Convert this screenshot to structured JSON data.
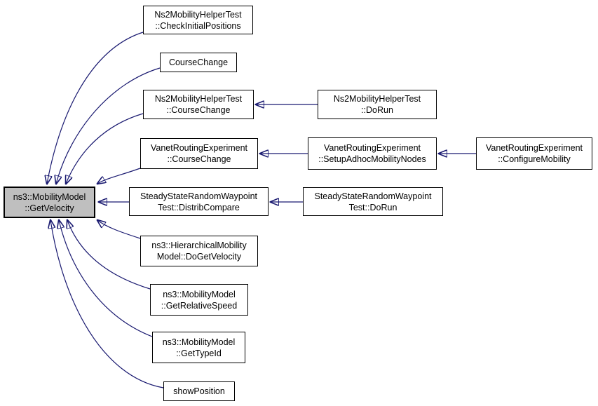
{
  "diagram": {
    "type": "call-graph",
    "root_function": "ns3::MobilityModel::GetVelocity",
    "arrow_direction": "caller-to-callee"
  },
  "colors": {
    "edge": "#191970",
    "root_fill": "#bfbfbf",
    "node_fill": "#ffffff",
    "node_border": "#000000",
    "background": "#ffffff",
    "text": "#000000"
  },
  "nodes": [
    {
      "id": "get-velocity",
      "lines": [
        "ns3::MobilityModel",
        "::GetVelocity"
      ],
      "role": "root"
    },
    {
      "id": "check-initial-positions",
      "lines": [
        "Ns2MobilityHelperTest",
        "::CheckInitialPositions"
      ]
    },
    {
      "id": "course-change",
      "lines": [
        "CourseChange"
      ]
    },
    {
      "id": "ns2-course-change",
      "lines": [
        "Ns2MobilityHelperTest",
        "::CourseChange"
      ]
    },
    {
      "id": "vanet-course-change",
      "lines": [
        "VanetRoutingExperiment",
        "::CourseChange"
      ]
    },
    {
      "id": "distrib-compare",
      "lines": [
        "SteadyStateRandomWaypoint",
        "Test::DistribCompare"
      ]
    },
    {
      "id": "do-get-velocity",
      "lines": [
        "ns3::HierarchicalMobility",
        "Model::DoGetVelocity"
      ]
    },
    {
      "id": "get-relative-speed",
      "lines": [
        "ns3::MobilityModel",
        "::GetRelativeSpeed"
      ]
    },
    {
      "id": "get-type-id",
      "lines": [
        "ns3::MobilityModel",
        "::GetTypeId"
      ]
    },
    {
      "id": "show-position",
      "lines": [
        "showPosition"
      ]
    },
    {
      "id": "ns2-do-run",
      "lines": [
        "Ns2MobilityHelperTest",
        "::DoRun"
      ]
    },
    {
      "id": "setup-adhoc-mobility-nodes",
      "lines": [
        "VanetRoutingExperiment",
        "::SetupAdhocMobilityNodes"
      ]
    },
    {
      "id": "configure-mobility",
      "lines": [
        "VanetRoutingExperiment",
        "::ConfigureMobility"
      ]
    },
    {
      "id": "ss-do-run",
      "lines": [
        "SteadyStateRandomWaypoint",
        "Test::DoRun"
      ]
    }
  ],
  "edges": [
    {
      "from": "check-initial-positions",
      "to": "get-velocity"
    },
    {
      "from": "course-change",
      "to": "get-velocity"
    },
    {
      "from": "ns2-course-change",
      "to": "get-velocity"
    },
    {
      "from": "vanet-course-change",
      "to": "get-velocity"
    },
    {
      "from": "distrib-compare",
      "to": "get-velocity"
    },
    {
      "from": "do-get-velocity",
      "to": "get-velocity"
    },
    {
      "from": "get-relative-speed",
      "to": "get-velocity"
    },
    {
      "from": "get-type-id",
      "to": "get-velocity"
    },
    {
      "from": "show-position",
      "to": "get-velocity"
    },
    {
      "from": "ns2-do-run",
      "to": "ns2-course-change"
    },
    {
      "from": "setup-adhoc-mobility-nodes",
      "to": "vanet-course-change"
    },
    {
      "from": "configure-mobility",
      "to": "setup-adhoc-mobility-nodes"
    },
    {
      "from": "ss-do-run",
      "to": "distrib-compare"
    }
  ]
}
